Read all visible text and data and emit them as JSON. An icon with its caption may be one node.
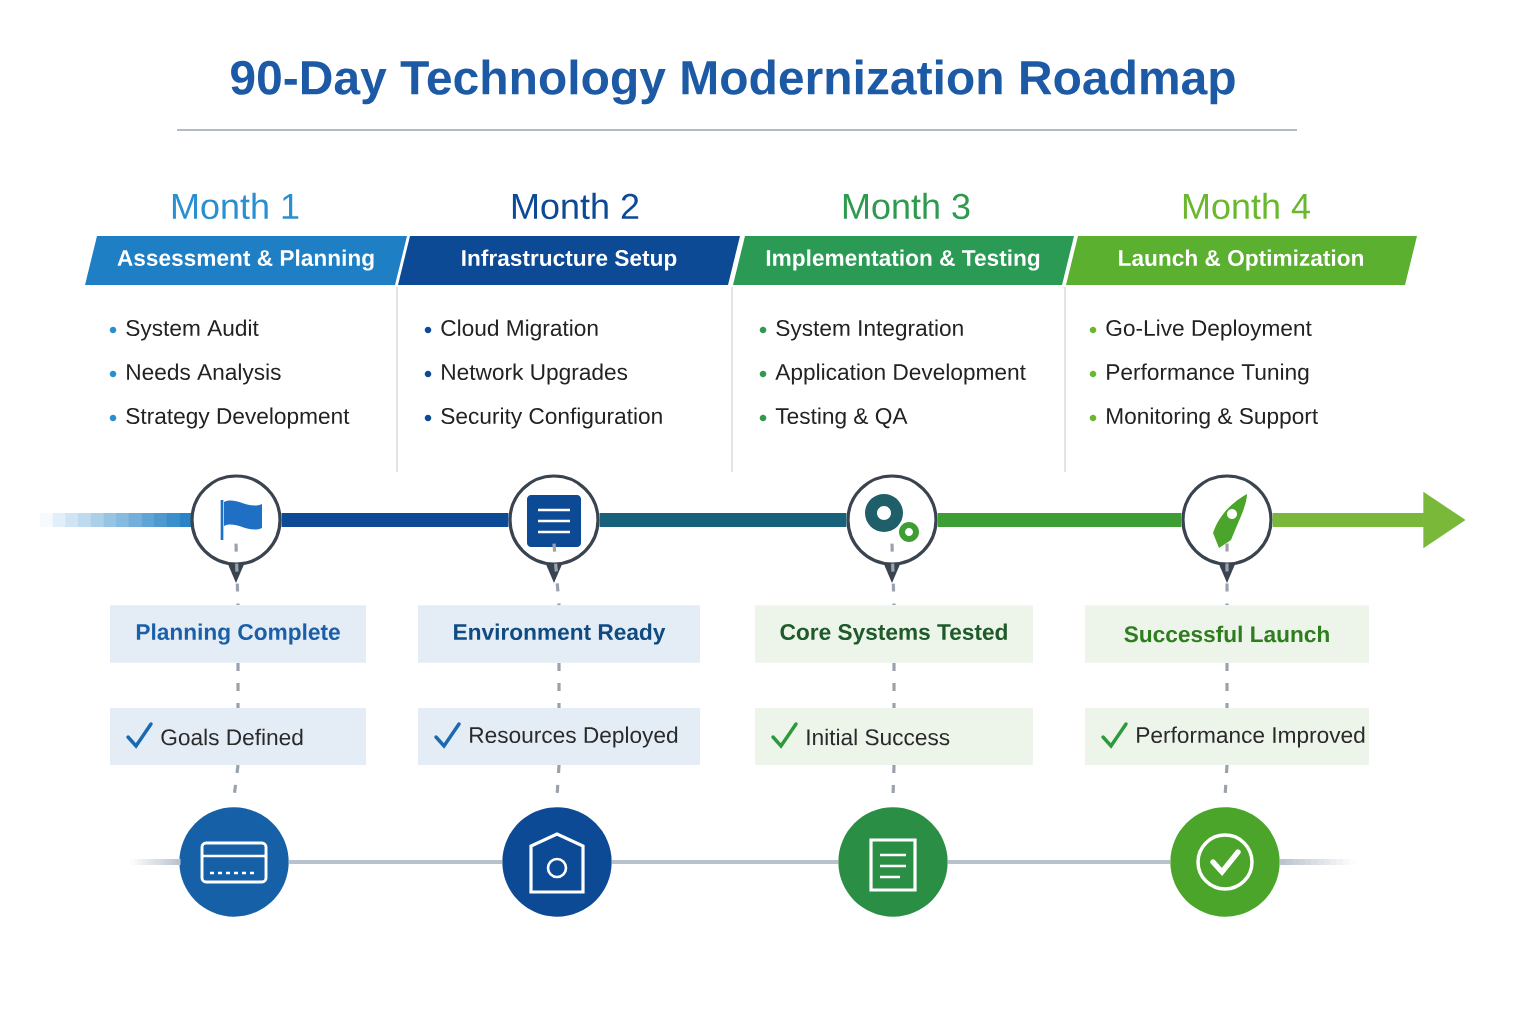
{
  "diagram": {
    "title": "90-Day Technology Modernization Roadmap",
    "nodes": [
      {
        "text": [
          "Month 1",
          "Assessment & Planning"
        ]
      },
      {
        "text": [
          "Month 2",
          "Infrastructure Setup"
        ]
      },
      {
        "text": [
          "Month 3",
          "Implementation & Testing"
        ]
      },
      {
        "text": [
          "Month 4",
          "Launch & Optimization"
        ]
      },
      {
        "text": [],
        "shape": "circle"
      },
      {
        "text": [],
        "shape": "circle"
      },
      {
        "text": [],
        "shape": "circle"
      },
      {
        "text": [],
        "shape": "circle"
      },
      {
        "text": [
          "Planning Complete"
        ]
      },
      {
        "text": [
          "Environment Ready"
        ]
      },
      {
        "text": [
          "Core Systems Tested"
        ]
      },
      {
        "text": [
          "Successful Launch"
        ]
      },
      {
        "text": [
          "Goals Defined"
        ]
      },
      {
        "text": [
          "Resources Deployed"
        ]
      },
      {
        "text": [
          "Initial Success"
        ]
      },
      {
        "text": [
          "Performance Improved"
        ]
      },
      {
        "text": [],
        "shape": "circle"
      },
      {
        "text": [],
        "shape": "circle"
      },
      {
        "text": [],
        "shape": "circle"
      },
      {
        "text": [],
        "shape": "circle"
      }
    ],
    "edges": [
      {
        "from": 4,
        "to": 5,
        "arrow": "none",
        "style": "thick",
        "color": "#0d4a96"
      },
      {
        "from": 5,
        "to": 6,
        "arrow": "none",
        "style": "thick",
        "color": "#17617a"
      },
      {
        "from": 6,
        "to": 7,
        "arrow": "none",
        "style": "thick",
        "color": "#3d9e34"
      },
      {
        "from": 7,
        "to": null,
        "arrow": "to",
        "style": "thick",
        "color": "#7ab83a"
      },
      {
        "from": 4,
        "to": 8,
        "arrow": "none",
        "style": "dashed"
      },
      {
        "from": 5,
        "to": 9,
        "arrow": "none",
        "style": "dashed"
      },
      {
        "from": 6,
        "to": 10,
        "arrow": "none",
        "style": "dashed"
      },
      {
        "from": 7,
        "to": 11,
        "arrow": "none",
        "style": "dashed"
      },
      {
        "from": 8,
        "to": 12,
        "arrow": "none",
        "style": "dashed"
      },
      {
        "from": 9,
        "to": 13,
        "arrow": "none",
        "style": "dashed"
      },
      {
        "from": 10,
        "to": 14,
        "arrow": "none",
        "style": "dashed"
      },
      {
        "from": 11,
        "to": 15,
        "arrow": "none",
        "style": "dashed"
      },
      {
        "from": 12,
        "to": 16,
        "arrow": "none",
        "style": "dashed"
      },
      {
        "from": 13,
        "to": 17,
        "arrow": "none",
        "style": "dashed"
      },
      {
        "from": 14,
        "to": 18,
        "arrow": "none",
        "style": "dashed"
      },
      {
        "from": 15,
        "to": 19,
        "arrow": "none",
        "style": "dashed"
      },
      {
        "from": 16,
        "to": 17,
        "arrow": "none"
      },
      {
        "from": 17,
        "to": 18,
        "arrow": "none"
      },
      {
        "from": 18,
        "to": 19,
        "arrow": "none"
      }
    ],
    "labels": [
      "System Audit",
      "Needs Analysis",
      "Strategy Development",
      "Cloud Migration",
      "Network Upgrades",
      "Security Configuration",
      "System Integration",
      "Application Development",
      "Testing & QA",
      "Go-Live Deployment",
      "Performance Tuning",
      "Monitoring & Support"
    ]
  }
}
